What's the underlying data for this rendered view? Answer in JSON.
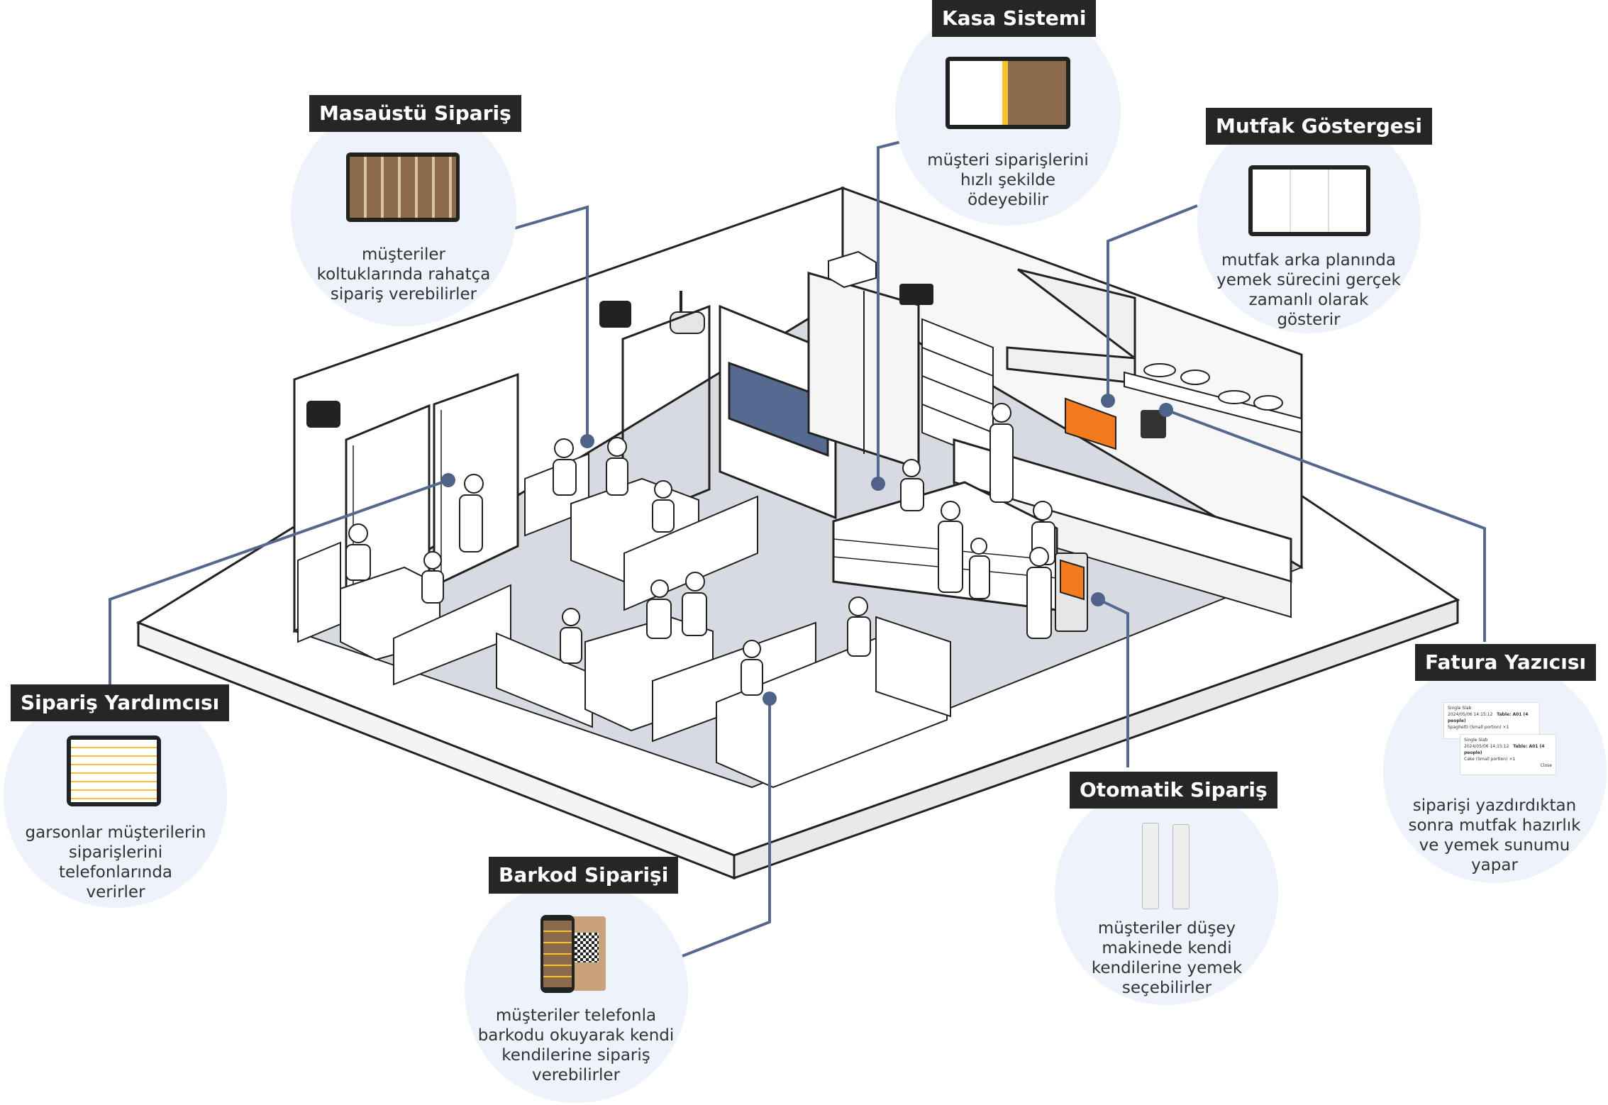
{
  "callouts": {
    "masaustu": {
      "title": "Masaüstü Sipariş",
      "lines": [
        "müşteriler",
        "koltuklarında rahatça",
        "sipariş verebilirler"
      ]
    },
    "kasa": {
      "title": "Kasa Sistemi",
      "lines": [
        "müşteri siparişlerini",
        "hızlı şekilde",
        "ödeyebilir"
      ]
    },
    "mutfak": {
      "title": "Mutfak Göstergesi",
      "lines": [
        "mutfak arka planında",
        "yemek sürecini gerçek",
        "zamanlı olarak",
        "gösterir"
      ]
    },
    "yardimci": {
      "title": "Sipariş Yardımcısı",
      "lines": [
        "garsonlar müşterilerin",
        "siparişlerini",
        "telefonlarında",
        "verirler"
      ]
    },
    "barkod": {
      "title": "Barkod Siparişi",
      "lines": [
        "müşteriler telefonla",
        "barkodu okuyarak kendi",
        "kendilerine sipariş",
        "verebilirler"
      ]
    },
    "otomatik": {
      "title": "Otomatik Sipariş",
      "lines": [
        "müşteriler düşey",
        "makinede kendi",
        "kendilerine yemek",
        "seçebilirler"
      ]
    },
    "fatura": {
      "title": "Fatura Yazıcısı",
      "lines": [
        "siparişi yazdırdıktan",
        "sonra mutfak hazırlık",
        "ve yemek sunumu",
        "yapar"
      ]
    }
  },
  "receipts": [
    {
      "header": "Single Slab",
      "date": "2024/05/06 14:15:12",
      "table": "Table: A01 (4 people)",
      "item": "Spaghetti (Small portion)",
      "qty": "×1"
    },
    {
      "header": "Single Slab",
      "date": "2024/05/06 14:15:12",
      "table": "Table: A01 (4 people)",
      "item": "Cake (Small portion)",
      "qty": "×1",
      "button": "Close"
    }
  ],
  "colors": {
    "bubble": "#eef2fb",
    "label_bg": "#262626",
    "connector": "#55698f",
    "dot": "#4f6288",
    "screen": "#56698f",
    "accent": "#f47a1f",
    "floor": "#d7dae0"
  }
}
